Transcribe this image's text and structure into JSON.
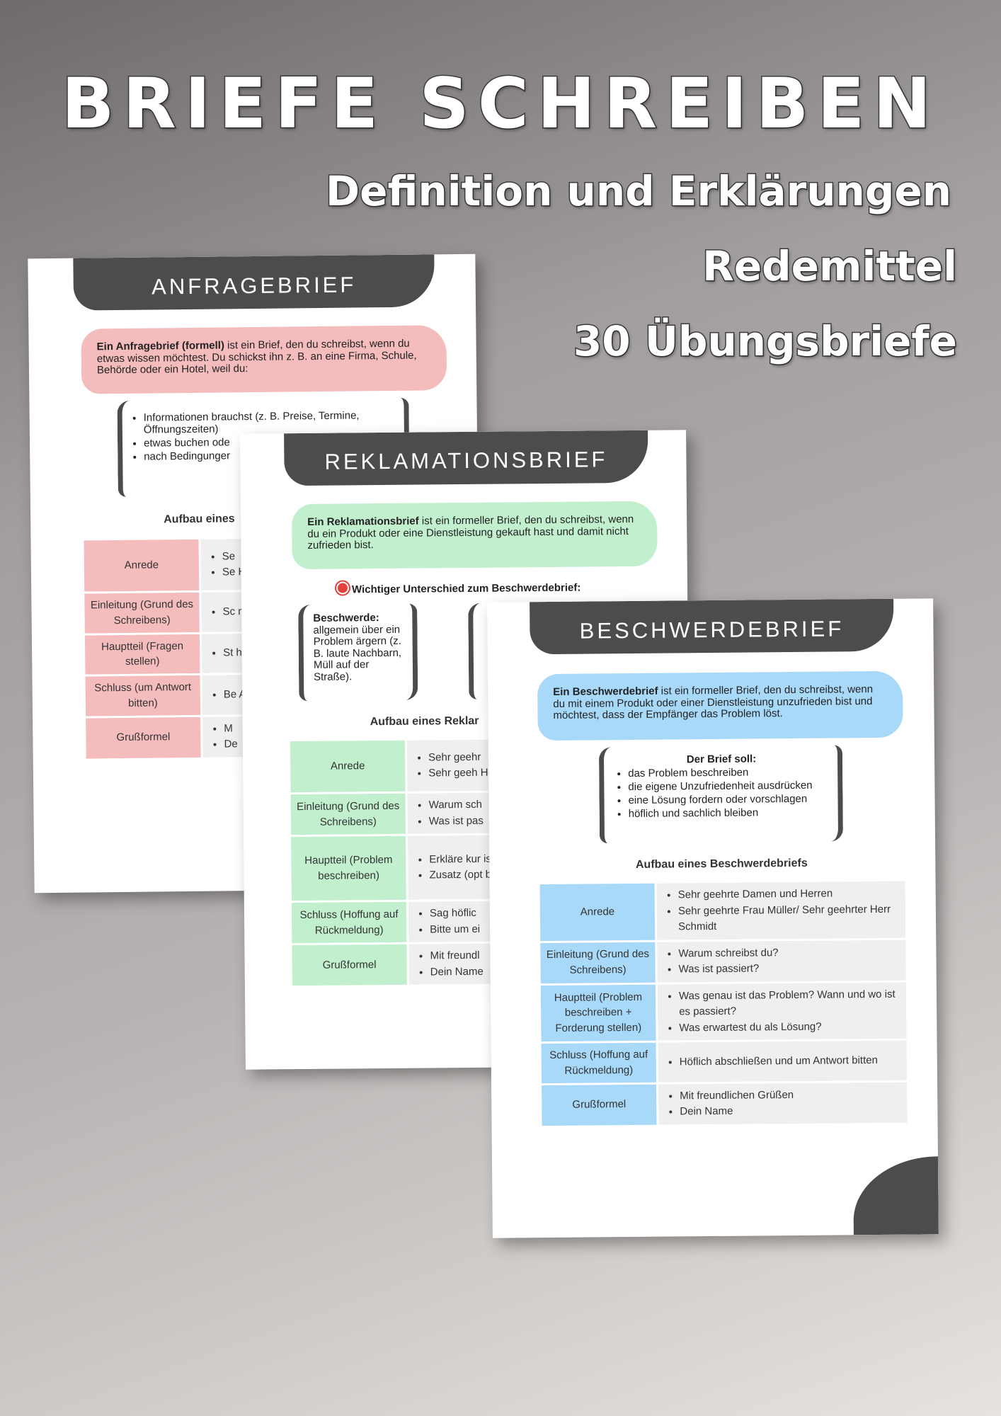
{
  "hero": {
    "title": "BRIEFE SCHREIBEN",
    "subtitle1": "Definition und Erklärungen",
    "subtitle2": "Redemittel",
    "subtitle3": "30 Übungsbriefe"
  },
  "colors": {
    "pink": "#f4bcbd",
    "green": "#c2efce",
    "blue": "#a9d9f8",
    "dark": "#4c4c4c"
  },
  "anfrage": {
    "banner": "ANFRAGEBRIEF",
    "intro_bold": "Ein Anfragebrief (formell)",
    "intro_rest": " ist ein Brief, den du schreibst, wenn du etwas wissen möchtest. Du schickst ihn z. B. an eine Firma, Schule, Behörde oder ein Hotel, weil du:",
    "bullets": [
      "Informationen brauchst (z. B. Preise, Termine, Öffnungszeiten)",
      "etwas buchen ode",
      "nach Bedingunger"
    ],
    "section": "Aufbau eines",
    "rows": [
      {
        "label": "Anrede",
        "items": [
          "Se",
          "Se He"
        ]
      },
      {
        "label": "Einleitung (Grund des Schreibens)",
        "items": [
          "Sc m"
        ]
      },
      {
        "label": "Hauptteil (Fragen stellen)",
        "items": [
          "St hö"
        ]
      },
      {
        "label": "Schluss (um Antwort bitten)",
        "items": [
          "Be Ar"
        ]
      },
      {
        "label": "Grußformel",
        "items": [
          "M",
          "De"
        ]
      }
    ]
  },
  "reklamation": {
    "banner": "REKLAMATIONSBRIEF",
    "intro_bold": "Ein Reklamationsbrief",
    "intro_rest": " ist ein formeller Brief, den du schreibst, wenn du ein Produkt oder eine Dienstleistung gekauft hast und damit nicht zufrieden bist.",
    "diff_title": "Wichtiger Unterschied zum Beschwerdebrief:",
    "diff_label": "Beschwerde:",
    "diff_text": "allgemein über ein Problem ärgern (z. B. laute Nachbarn, Müll auf der Straße).",
    "section": "Aufbau eines Reklar",
    "rows": [
      {
        "label": "Anrede",
        "items": [
          "Sehr geehr",
          "Sehr geeh Herr Schm"
        ]
      },
      {
        "label": "Einleitung (Grund des Schreibens)",
        "items": [
          "Warum sch",
          "Was ist pas"
        ]
      },
      {
        "label": "Hauptteil (Problem beschreiben)",
        "items": [
          "Erkläre kur ist.",
          "Zusatz (opt bemerkt ha"
        ]
      },
      {
        "label": "Schluss (Hoffung auf Rückmeldung)",
        "items": [
          " Sag höflic",
          "Bitte um ei"
        ]
      },
      {
        "label": "Grußformel",
        "items": [
          "Mit freundl",
          "Dein Name"
        ]
      }
    ]
  },
  "beschwerde": {
    "banner": "BESCHWERDEBRIEF",
    "intro_bold": "Ein Beschwerdebrief",
    "intro_rest": " ist ein formeller Brief, den du schreibst, wenn du mit einem Produkt oder einer Dienstleistung unzufrieden bist und möchtest, dass der Empfänger das Problem löst.",
    "brief_title": "Der Brief soll:",
    "bullets": [
      "das Problem beschreiben",
      "die eigene Unzufriedenheit ausdrücken",
      "eine Lösung fordern oder vorschlagen",
      "höflich und sachlich bleiben"
    ],
    "section": "Aufbau eines Beschwerdebriefs",
    "rows": [
      {
        "label": "Anrede",
        "items": [
          "Sehr geehrte Damen und Herren",
          "Sehr geehrte Frau Müller/ Sehr geehrter Herr Schmidt"
        ]
      },
      {
        "label": "Einleitung (Grund des Schreibens)",
        "items": [
          "Warum schreibst du?",
          "Was ist passiert?"
        ]
      },
      {
        "label": "Hauptteil (Problem beschreiben + Forderung stellen)",
        "items": [
          "Was genau ist das Problem? Wann und wo ist es passiert?",
          "Was erwartest du als Lösung?"
        ]
      },
      {
        "label": "Schluss (Hoffung auf Rückmeldung)",
        "items": [
          "Höflich abschließen und um Antwort bitten"
        ]
      },
      {
        "label": "Grußformel",
        "items": [
          "Mit freundlichen Grüßen",
          "Dein Name"
        ]
      }
    ]
  }
}
